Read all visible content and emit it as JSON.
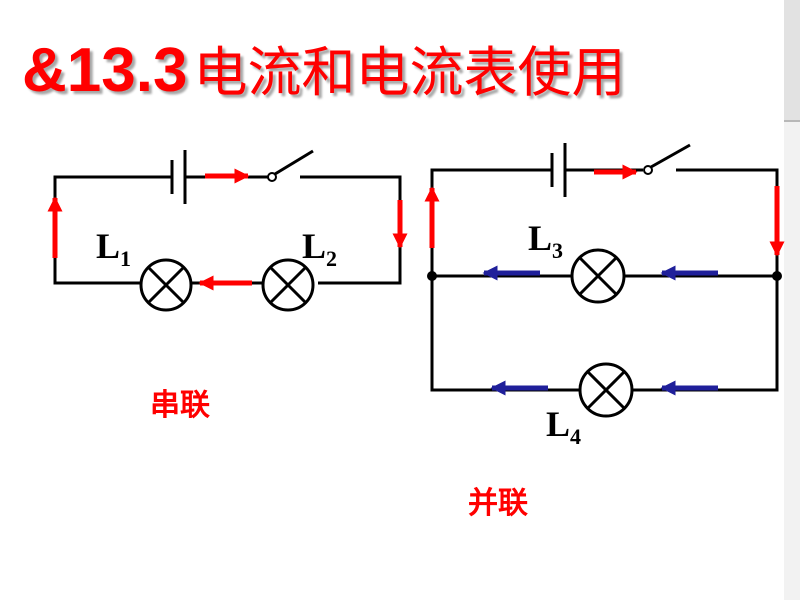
{
  "title": {
    "number": "&13.3",
    "text": "电流和电流表使用"
  },
  "series_circuit": {
    "caption": "串联",
    "lamps": [
      {
        "letter": "L",
        "subscript": "1"
      },
      {
        "letter": "L",
        "subscript": "2"
      }
    ]
  },
  "parallel_circuit": {
    "caption": "并联",
    "lamps": [
      {
        "letter": "L",
        "subscript": "3"
      },
      {
        "letter": "L",
        "subscript": "4"
      }
    ]
  },
  "colors": {
    "title": "#ff0000",
    "main_current_arrow": "#ff0000",
    "branch_current_arrow": "#1f1f9a",
    "wire": "#000000"
  }
}
